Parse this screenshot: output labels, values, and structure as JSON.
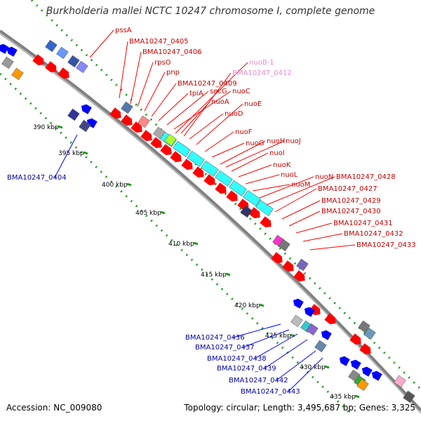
{
  "title": "Burkholderia mallei NCTC 10247 chromosome I, complete genome",
  "accession": "Accession: NC_009080",
  "summary": "Topology: circular; Length: 3,495,687 bp; Genes: 3,325",
  "colors": {
    "forward_gene": "#ff0000",
    "reverse_gene": "#0000ff",
    "forward_label": "#cc0000",
    "reverse_label": "#0000aa",
    "highlight_label": "#ee88cc",
    "operon_fill": "#33ffff",
    "backbone": "#999999",
    "tick": "#229922"
  },
  "ticks": [
    "390 kbp",
    "395 kbp",
    "400 kbp",
    "405 kbp",
    "410 kbp",
    "415 kbp",
    "420 kbp",
    "425 kbp",
    "430 kbp",
    "435 kbp"
  ],
  "forward_labels": [
    "pssA",
    "BMA10247_0405",
    "BMA10247_0406",
    "rpsO",
    "pnp",
    "BMA10247_0409",
    "tpiA",
    "secG",
    "nuoC",
    "nuoA",
    "nuoB-1",
    "BMA10247_0412",
    "nuoD",
    "nuoE",
    "nuoF",
    "nuoG",
    "nuoH",
    "nuoJ",
    "nuoI",
    "nuoK",
    "nuoL",
    "nuoM",
    "nuoN",
    "BMA10247_0428",
    "BMA10247_0427",
    "BMA10247_0429",
    "BMA10247_0430",
    "BMA10247_0431",
    "BMA10247_0432",
    "BMA10247_0433"
  ],
  "reverse_labels": [
    "BMA10247_0404",
    "BMA10247_0436",
    "BMA10247_0437",
    "BMA10247_0438",
    "BMA10247_0439",
    "BMA10247_0442",
    "BMA10247_0443"
  ]
}
